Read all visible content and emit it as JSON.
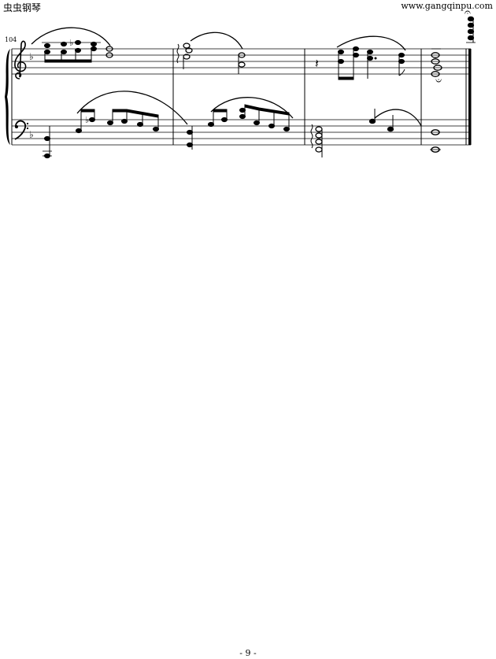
{
  "header": {
    "site_name": "虫虫钢琴",
    "site_url": "www.gangqinpu.com"
  },
  "score": {
    "measure_number": "104",
    "key_signature": "F major (1 flat)",
    "treble_clef_icon": "treble-clef-icon",
    "bass_clef_icon": "bass-clef-icon",
    "flat_glyph": "♭",
    "rest_glyph": "𝄽",
    "fermata_glyph": "𝄐",
    "measures": 4
  },
  "footer": {
    "page_number": "- 9 -"
  }
}
